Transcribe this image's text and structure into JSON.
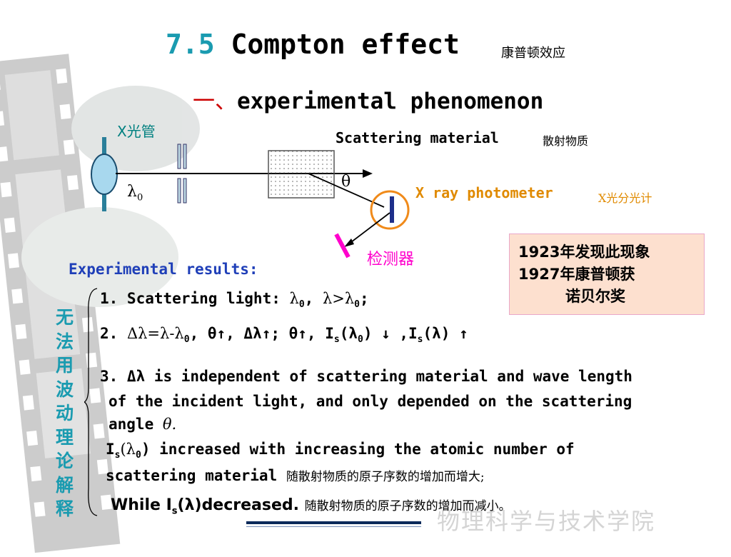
{
  "title": {
    "number": "7.5",
    "text": "Compton effect",
    "cn": "康普顿效应"
  },
  "subtitle": {
    "cn": "一、",
    "text": "experimental phenomenon"
  },
  "diagram": {
    "x_tube_label": "X光管",
    "lambda0_label": "λ",
    "lambda0_sub": "0",
    "scattering_material": "Scattering material",
    "scattering_material_cn": "散射物质",
    "theta": "θ",
    "photometer": "X ray photometer",
    "photometer_cn": "X光分光计",
    "detector_cn": "检测器"
  },
  "history_box": {
    "line1": "1923年发现此现象",
    "line2": "1927年康普顿获",
    "line3": "诺贝尔奖"
  },
  "results_heading": "Experimental results:",
  "results": {
    "r1": {
      "prefix": "1. Scattering light: ",
      "l0": "λ",
      "sub0": "0",
      "sep": ", ",
      "cmp": "λ>λ",
      "sub1": "0",
      "end": ";"
    },
    "r2": {
      "prefix": "2. ",
      "dl": "Δλ=λ-λ",
      "sub0": "0",
      "rest1": ",   θ↑, Δλ↑;  θ↑, I",
      "sub_s1": "s",
      "paren1": "(λ",
      "sub1": "0",
      "rest2": ") ↓ ,I",
      "sub_s2": "s",
      "rest3": "(λ) ↑"
    },
    "r3_line1": "3. Δλ is independent of scattering material and wave length",
    "r3_line2": "of the incident light, and only depended on the scattering",
    "r3_line3_text": "angle ",
    "r3_line3_theta": "θ.",
    "r4_line1": {
      "i": "I",
      "sub_s": "s",
      "l": "(λ",
      "sub0": "0",
      "rest": ")  increased with increasing the atomic number of"
    },
    "r4_line2": {
      "text": "scattering material ",
      "cn": "随散射物质的原子序数的增加而增大;"
    },
    "r5": {
      "a": "While I",
      "sub_s": "s",
      "b": "(λ)decreased. ",
      "cn": "随散射物质的原子序数的增加而减小。"
    }
  },
  "vertical_text": "无法用波动理论解释",
  "watermark": "物理科学与技术学院",
  "colors": {
    "teal": "#1a9bb0",
    "orange": "#e08a00",
    "magenta": "#ff00cc",
    "blue": "#1f3fb8",
    "red": "#cc0000"
  }
}
